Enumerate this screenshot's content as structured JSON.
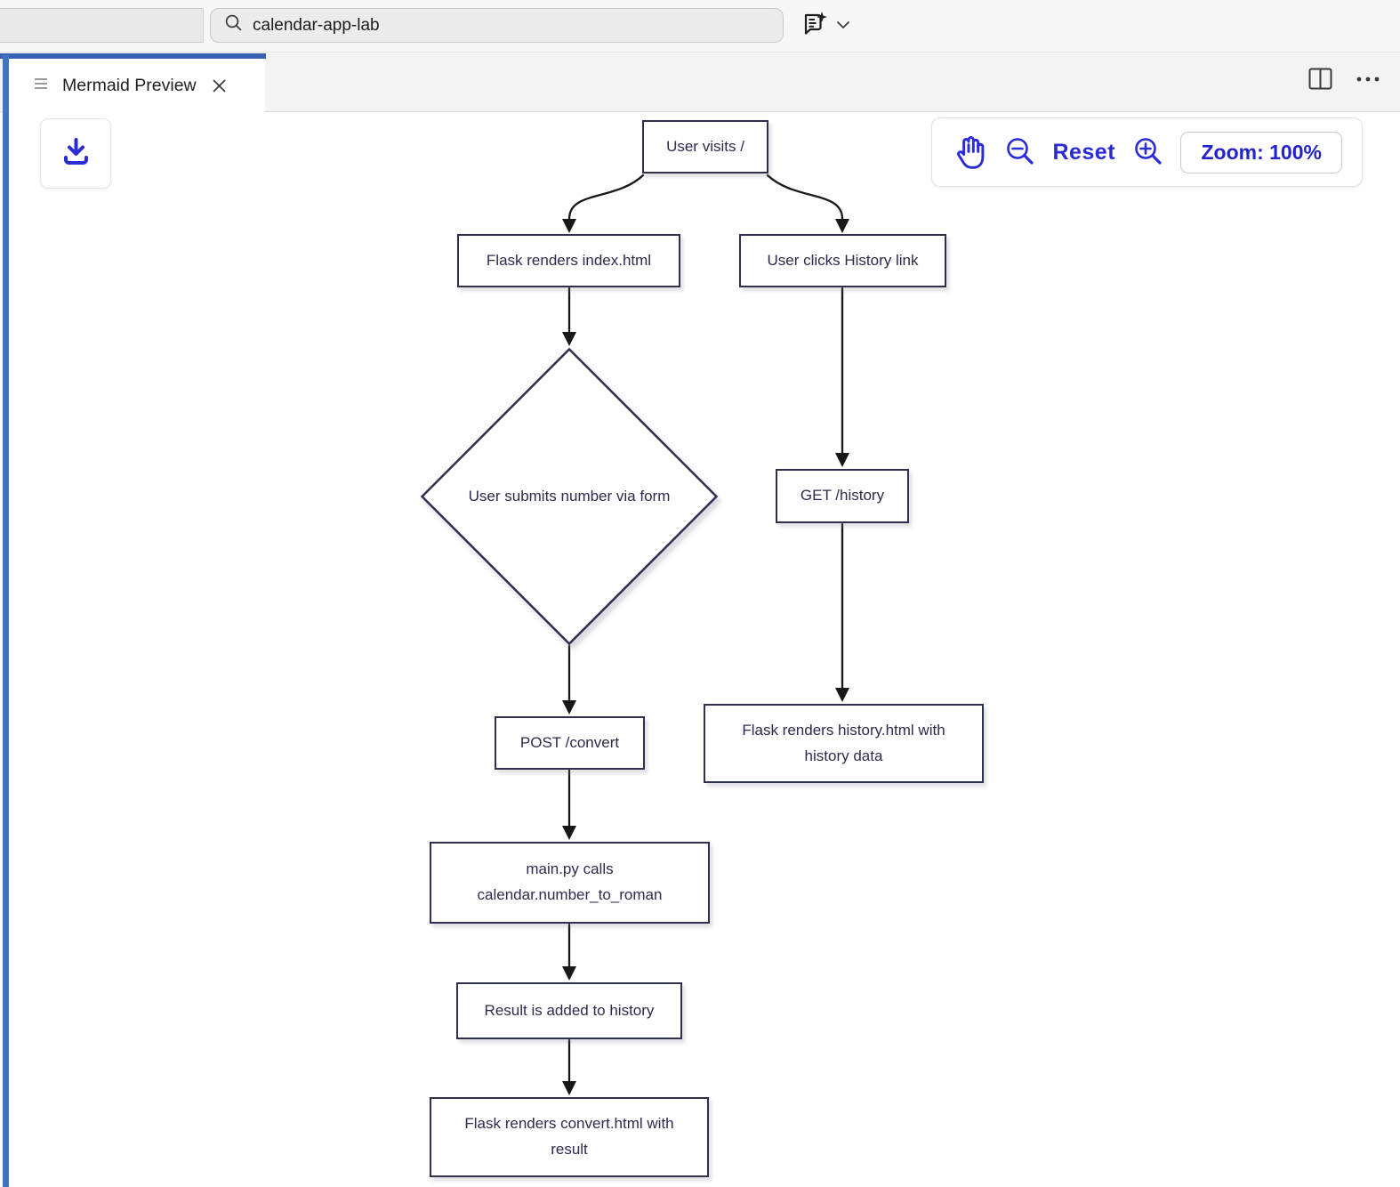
{
  "header": {
    "search": {
      "value": "calendar-app-lab"
    }
  },
  "tab": {
    "title": "Mermaid Preview"
  },
  "toolbar": {
    "reset_label": "Reset",
    "zoom_label": "Zoom: 100%"
  },
  "icons": {
    "search": "magnifier",
    "chat": "speech-bubble-with-sparkle",
    "chevron": "chevron-down",
    "preview": "list-lines",
    "close": "x",
    "split_editor": "two-panes",
    "more": "ellipsis",
    "download": "tray-down-arrow",
    "pan": "hand",
    "zoom_out": "magnifier-minus",
    "zoom_in": "magnifier-plus"
  },
  "colors": {
    "accent_blue": "#2b2bd6",
    "focus_blue": "#3b6cb8",
    "node_border": "#2f2f4f",
    "node_text": "#2b2b4d",
    "edge": "#181818"
  },
  "flowchart": {
    "nodes": [
      {
        "id": "A",
        "shape": "rect",
        "label": "User visits /"
      },
      {
        "id": "B",
        "shape": "rect",
        "label": "Flask renders index.html"
      },
      {
        "id": "C",
        "shape": "rect",
        "label": "User clicks History link"
      },
      {
        "id": "D",
        "shape": "diamond",
        "label": "User submits number via form"
      },
      {
        "id": "E",
        "shape": "rect",
        "label": "GET /history"
      },
      {
        "id": "F",
        "shape": "rect",
        "label": "POST /convert"
      },
      {
        "id": "G",
        "shape": "rect",
        "label": "Flask renders history.html with\nhistory data"
      },
      {
        "id": "H",
        "shape": "rect",
        "label": "main.py calls\ncalendar.number_to_roman"
      },
      {
        "id": "I",
        "shape": "rect",
        "label": "Result is added to history"
      },
      {
        "id": "J",
        "shape": "rect",
        "label": "Flask renders convert.html with\nresult"
      }
    ],
    "edges": [
      [
        "A",
        "B"
      ],
      [
        "A",
        "C"
      ],
      [
        "B",
        "D"
      ],
      [
        "C",
        "E"
      ],
      [
        "D",
        "F"
      ],
      [
        "E",
        "G"
      ],
      [
        "F",
        "H"
      ],
      [
        "H",
        "I"
      ],
      [
        "I",
        "J"
      ]
    ]
  }
}
